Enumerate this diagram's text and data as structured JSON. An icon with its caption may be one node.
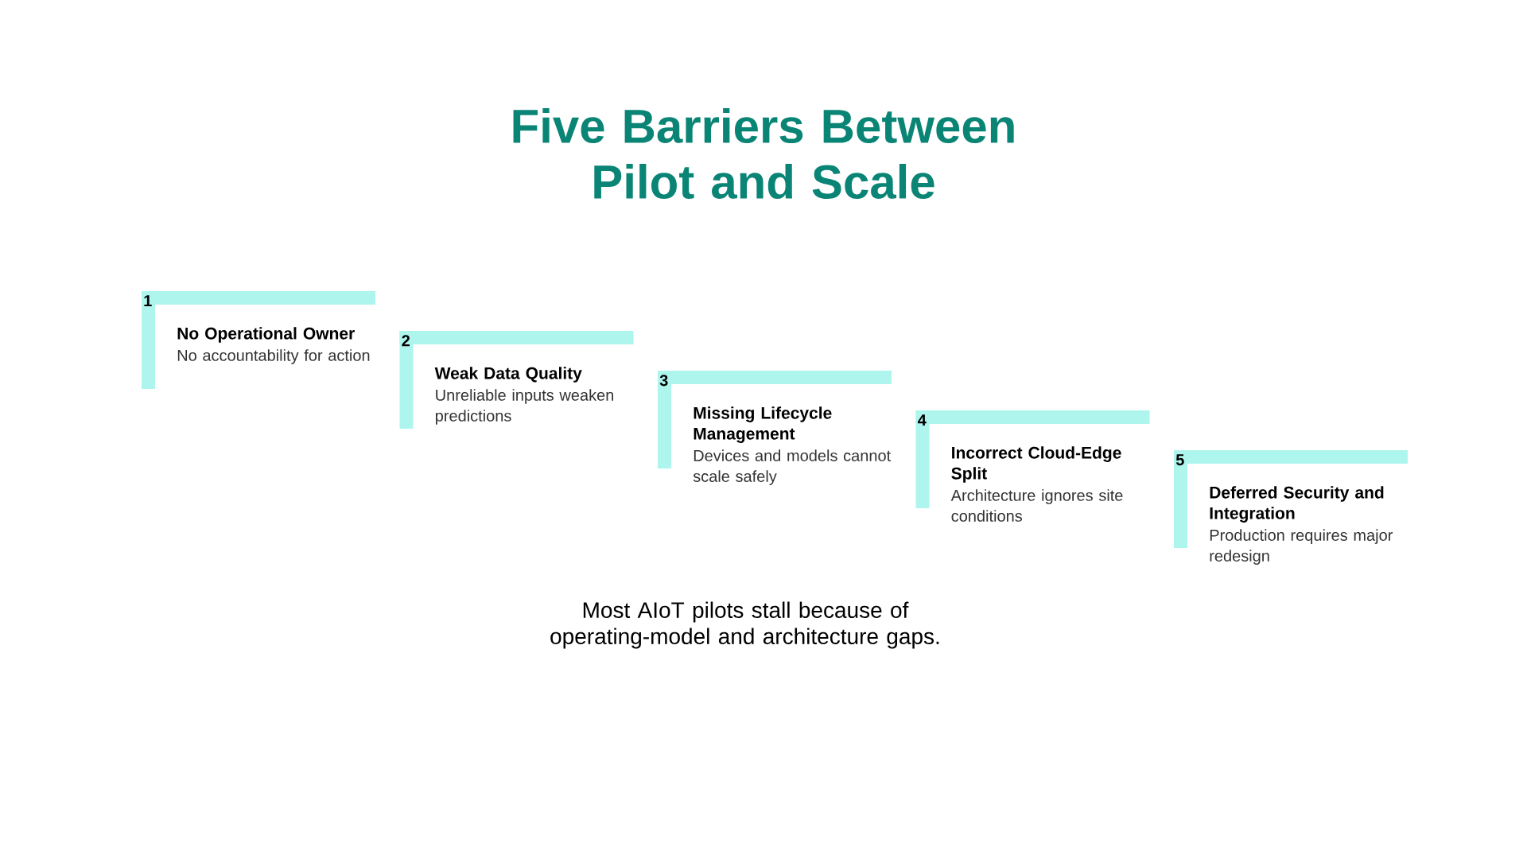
{
  "diagram": {
    "title": "Five Barriers Between Pilot and Scale",
    "caption": "Most AIoT pilots stall because of operating-model and architecture gaps.",
    "nodes": [
      {
        "text": [
          "1",
          "No Operational Owner",
          "No accountability for action"
        ]
      },
      {
        "text": [
          "2",
          "Weak Data Quality",
          "Unreliable inputs weaken predictions"
        ]
      },
      {
        "text": [
          "3",
          "Missing Lifecycle Management",
          "Devices and models cannot scale safely"
        ]
      },
      {
        "text": [
          "4",
          "Incorrect Cloud-Edge Split",
          "Architecture ignores site conditions"
        ]
      },
      {
        "text": [
          "5",
          "Deferred Security and Integration",
          "Production requires major redesign"
        ]
      }
    ]
  }
}
